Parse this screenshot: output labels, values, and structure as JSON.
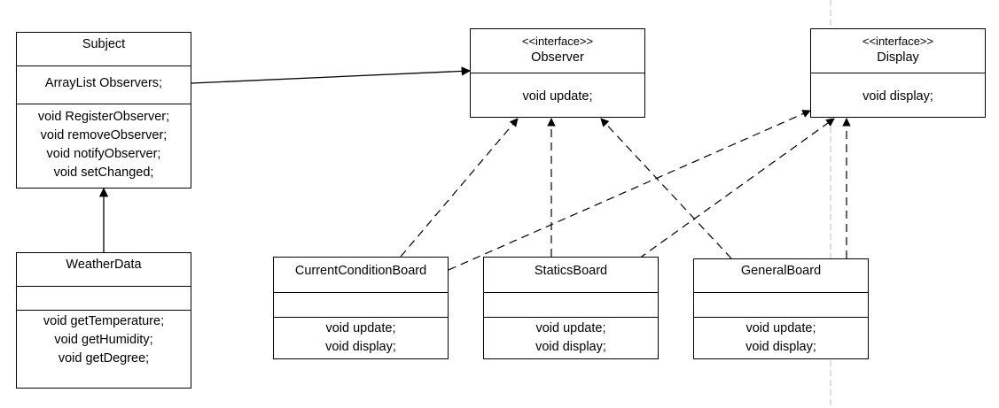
{
  "classes": {
    "subject": {
      "name": "Subject",
      "attributes": [
        "ArrayList Observers;"
      ],
      "methods": [
        "void RegisterObserver;",
        "void removeObserver;",
        "void notifyObserver;",
        "void setChanged;"
      ]
    },
    "weatherdata": {
      "name": "WeatherData",
      "attributes": [],
      "methods": [
        "void getTemperature;",
        "void getHumidity;",
        "void getDegree;"
      ]
    },
    "observer": {
      "stereotype": "<<interface>>",
      "name": "Observer",
      "methods": [
        "void update;"
      ]
    },
    "display": {
      "stereotype": "<<interface>>",
      "name": "Display",
      "methods": [
        "void display;"
      ]
    },
    "currentconditionboard": {
      "name": "CurrentConditionBoard",
      "attributes": [],
      "methods": [
        "void update;",
        "void display;"
      ]
    },
    "staticsboard": {
      "name": "StaticsBoard",
      "attributes": [],
      "methods": [
        "void update;",
        "void display;"
      ]
    },
    "generalboard": {
      "name": "GeneralBoard",
      "attributes": [],
      "methods": [
        "void update;",
        "void display;"
      ]
    }
  },
  "relations": [
    {
      "from": "subject",
      "to": "observer",
      "kind": "association"
    },
    {
      "from": "weatherdata",
      "to": "subject",
      "kind": "inheritance"
    },
    {
      "from": "currentconditionboard",
      "to": "observer",
      "kind": "realization"
    },
    {
      "from": "currentconditionboard",
      "to": "display",
      "kind": "realization"
    },
    {
      "from": "staticsboard",
      "to": "observer",
      "kind": "realization"
    },
    {
      "from": "staticsboard",
      "to": "display",
      "kind": "realization"
    },
    {
      "from": "generalboard",
      "to": "observer",
      "kind": "realization"
    },
    {
      "from": "generalboard",
      "to": "display",
      "kind": "realization"
    }
  ]
}
